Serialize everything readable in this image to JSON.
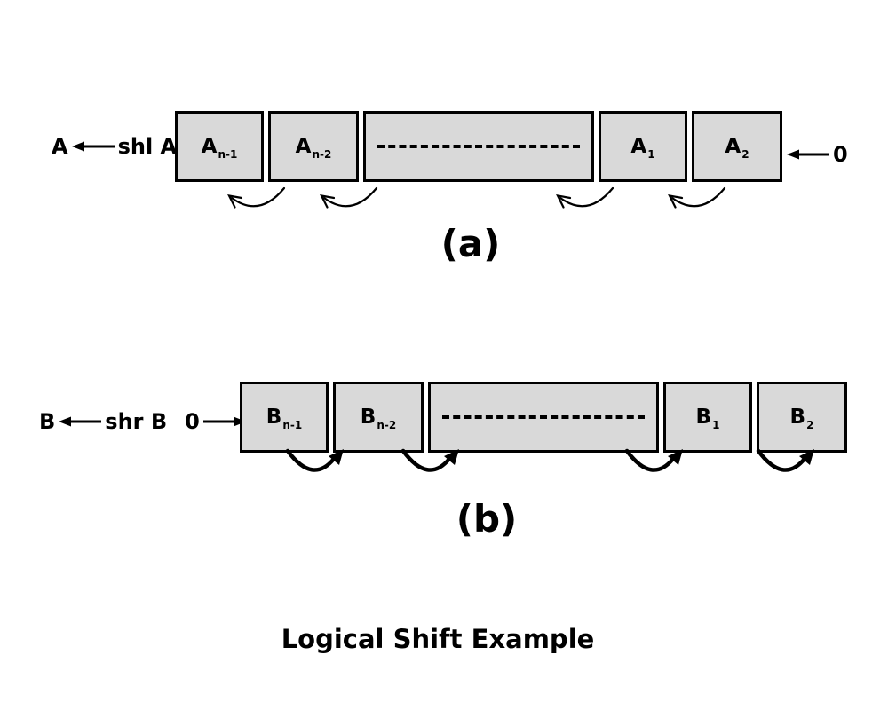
{
  "title": "Logical Shift Example",
  "diagram_a": {
    "caption": "(a)",
    "source_label": "A",
    "operation_label": "shl A",
    "input_bit": "0",
    "cells": [
      {
        "base": "A",
        "sub": "n-1"
      },
      {
        "base": "A",
        "sub": "n-2"
      },
      {
        "base": "",
        "sub": ""
      },
      {
        "base": "A",
        "sub": "1"
      },
      {
        "base": "A",
        "sub": "2"
      }
    ]
  },
  "diagram_b": {
    "caption": "(b)",
    "source_label": "B",
    "operation_label": "shr B",
    "input_bit": "0",
    "cells": [
      {
        "base": "B",
        "sub": "n-1"
      },
      {
        "base": "B",
        "sub": "n-2"
      },
      {
        "base": "",
        "sub": ""
      },
      {
        "base": "B",
        "sub": "1"
      },
      {
        "base": "B",
        "sub": "2"
      }
    ]
  },
  "colors": {
    "cell_fill": "#d9d9d9",
    "stroke": "#000000",
    "background": "#ffffff"
  }
}
